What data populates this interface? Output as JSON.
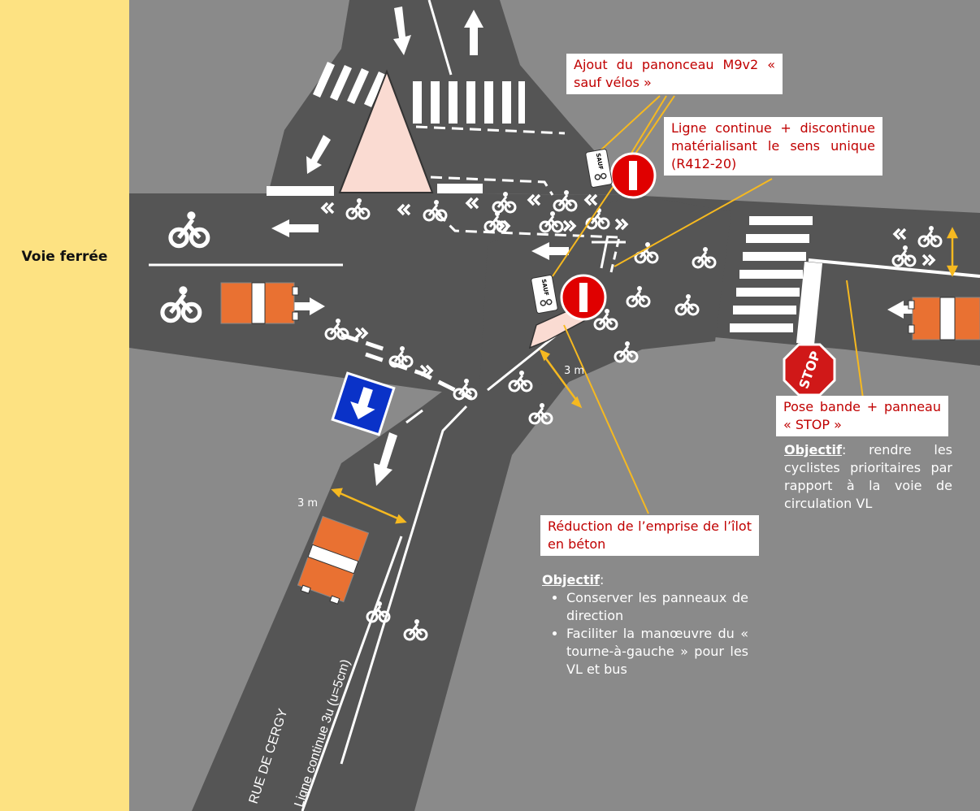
{
  "side_label": "Voie ferrée",
  "street_label": "RUE DE CERGY",
  "marking_label": "Ligne continue 3u (u=5cm)",
  "dimension_labels": {
    "right": "3 m",
    "left": "3 m"
  },
  "callouts": {
    "panonceau": "Ajout du panonceau M9v2 « sauf vélos »",
    "ligne": "Ligne continue + discontinue matérialisant le sens unique (R412-20)",
    "stop": "Pose bande + panneau « STOP »",
    "ilot": "Réduction de l’emprise de l’îlot en béton"
  },
  "objective_stop": {
    "title": "Objectif",
    "text": ": rendre les cyclistes prioritaires par rapport à la voie de circulation VL"
  },
  "objective_ilot": {
    "title": "Objectif",
    "colon": ":",
    "items": [
      "Conserver les panneaux de direction",
      "Faciliter la manœuvre du « tourne-à-gauche » pour les VL et bus"
    ]
  },
  "signs": {
    "stop": "STOP",
    "sauf": "SAUF"
  },
  "colors": {
    "background": "#8a8a8a",
    "road": "#555555",
    "rail": "#fde282",
    "vehicle": "#e97132",
    "callout_text": "#c00000",
    "leader": "#f6b920",
    "island": "#fadbd2",
    "no_entry": "#e00000",
    "direction_sign": "#0a32c8"
  }
}
